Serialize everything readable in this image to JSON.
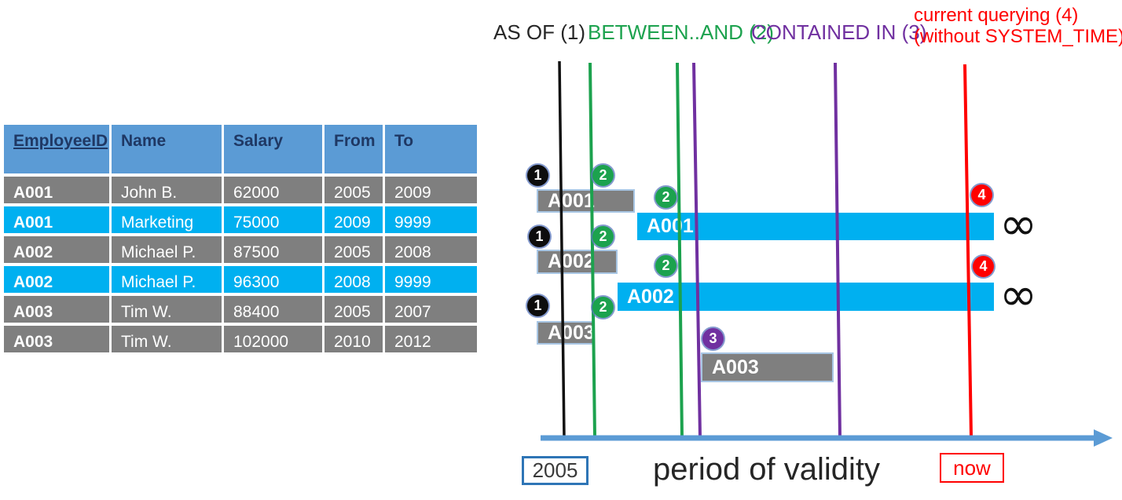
{
  "colors": {
    "header-blue": "#5B9BD5",
    "header-text": "#1F3864",
    "row-gray": "#7F7F7F",
    "row-cyan": "#00B0F0",
    "bar-border": "#A8C6E4",
    "green": "#1CA24E",
    "purple": "#7030A0",
    "red": "#FF0000",
    "ink": "#262626",
    "axis-blue": "#5B9BD5",
    "box-blue": "#2E75B6"
  },
  "table": {
    "headers": [
      "EmployeeID",
      "Name",
      "Salary",
      "From",
      "To"
    ],
    "rows": [
      {
        "id": "A001",
        "name": "John B.",
        "salary": "62000",
        "from": "2005",
        "to": "2009"
      },
      {
        "id": "A001",
        "name": "Marketing",
        "salary": "75000",
        "from": "2009",
        "to": "9999"
      },
      {
        "id": "A002",
        "name": "Michael P.",
        "salary": "87500",
        "from": "2005",
        "to": "2008"
      },
      {
        "id": "A002",
        "name": "Michael P.",
        "salary": "96300",
        "from": "2008",
        "to": "9999"
      },
      {
        "id": "A003",
        "name": "Tim W.",
        "salary": "88400",
        "from": "2005",
        "to": "2007"
      },
      {
        "id": "A003",
        "name": "Tim W.",
        "salary": "102000",
        "from": "2010",
        "to": "2012"
      }
    ]
  },
  "legend": {
    "as_of": "AS OF (1)",
    "between_and": "BETWEEN..AND (2)",
    "contained_in": "CONTAINED IN (3)",
    "current_querying_line1": "current querying (4)",
    "current_querying_line2": "(without SYSTEM_TIME)"
  },
  "timeline": {
    "bars": [
      {
        "label": "A001"
      },
      {
        "label": "A001"
      },
      {
        "label": "A002"
      },
      {
        "label": "A002"
      },
      {
        "label": "A003"
      },
      {
        "label": "A003"
      }
    ],
    "badges": [
      {
        "label": "1"
      },
      {
        "label": "2"
      },
      {
        "label": "2"
      },
      {
        "label": "1"
      },
      {
        "label": "2"
      },
      {
        "label": "2"
      },
      {
        "label": "1"
      },
      {
        "label": "2"
      },
      {
        "label": "3"
      },
      {
        "label": "4"
      },
      {
        "label": "4"
      }
    ],
    "infinity_symbol": "∞",
    "start_year": "2005",
    "axis_label": "period of validity",
    "now_label": "now"
  }
}
